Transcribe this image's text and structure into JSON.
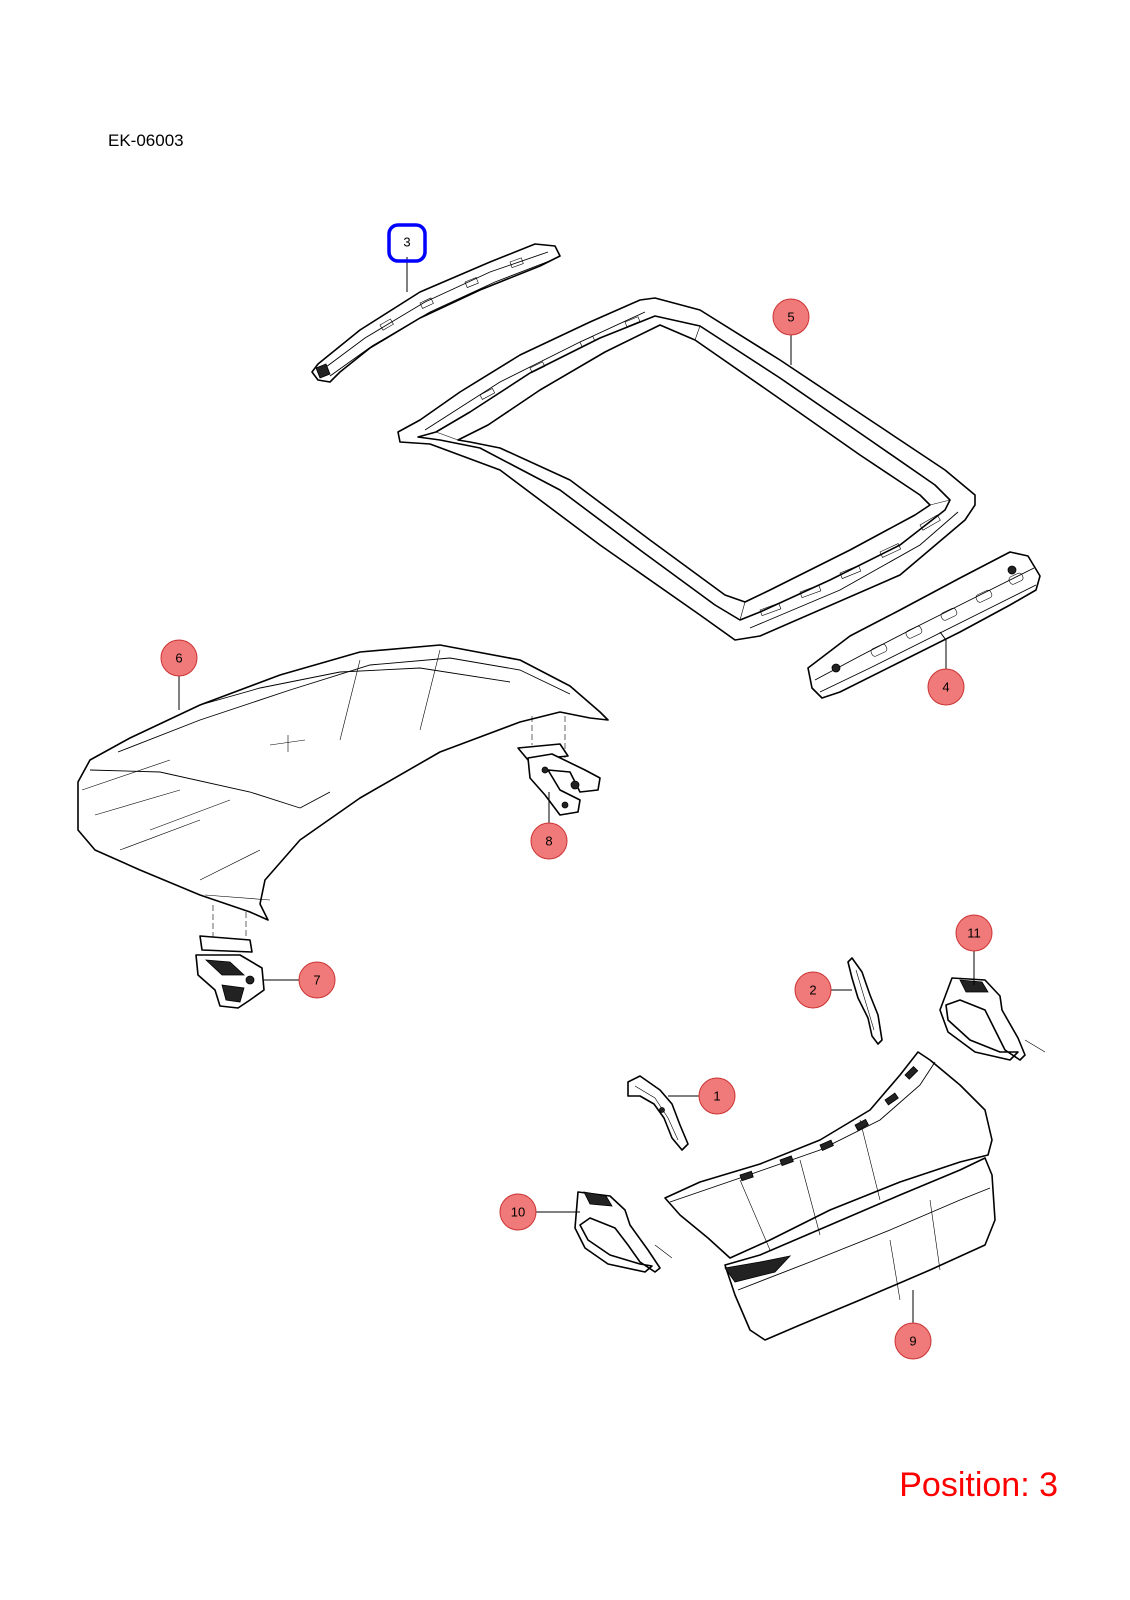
{
  "document": {
    "code": "EK-06003",
    "position_label": "Position: 3"
  },
  "callouts": [
    {
      "number": "1"
    },
    {
      "number": "2"
    },
    {
      "number": "3",
      "selected": true
    },
    {
      "number": "4"
    },
    {
      "number": "5"
    },
    {
      "number": "6"
    },
    {
      "number": "7"
    },
    {
      "number": "8"
    },
    {
      "number": "9"
    },
    {
      "number": "10"
    },
    {
      "number": "11"
    }
  ],
  "colors": {
    "callout_fill": "#f07a7a",
    "selected_outline": "#0000ff",
    "position_text": "#ff0000"
  }
}
